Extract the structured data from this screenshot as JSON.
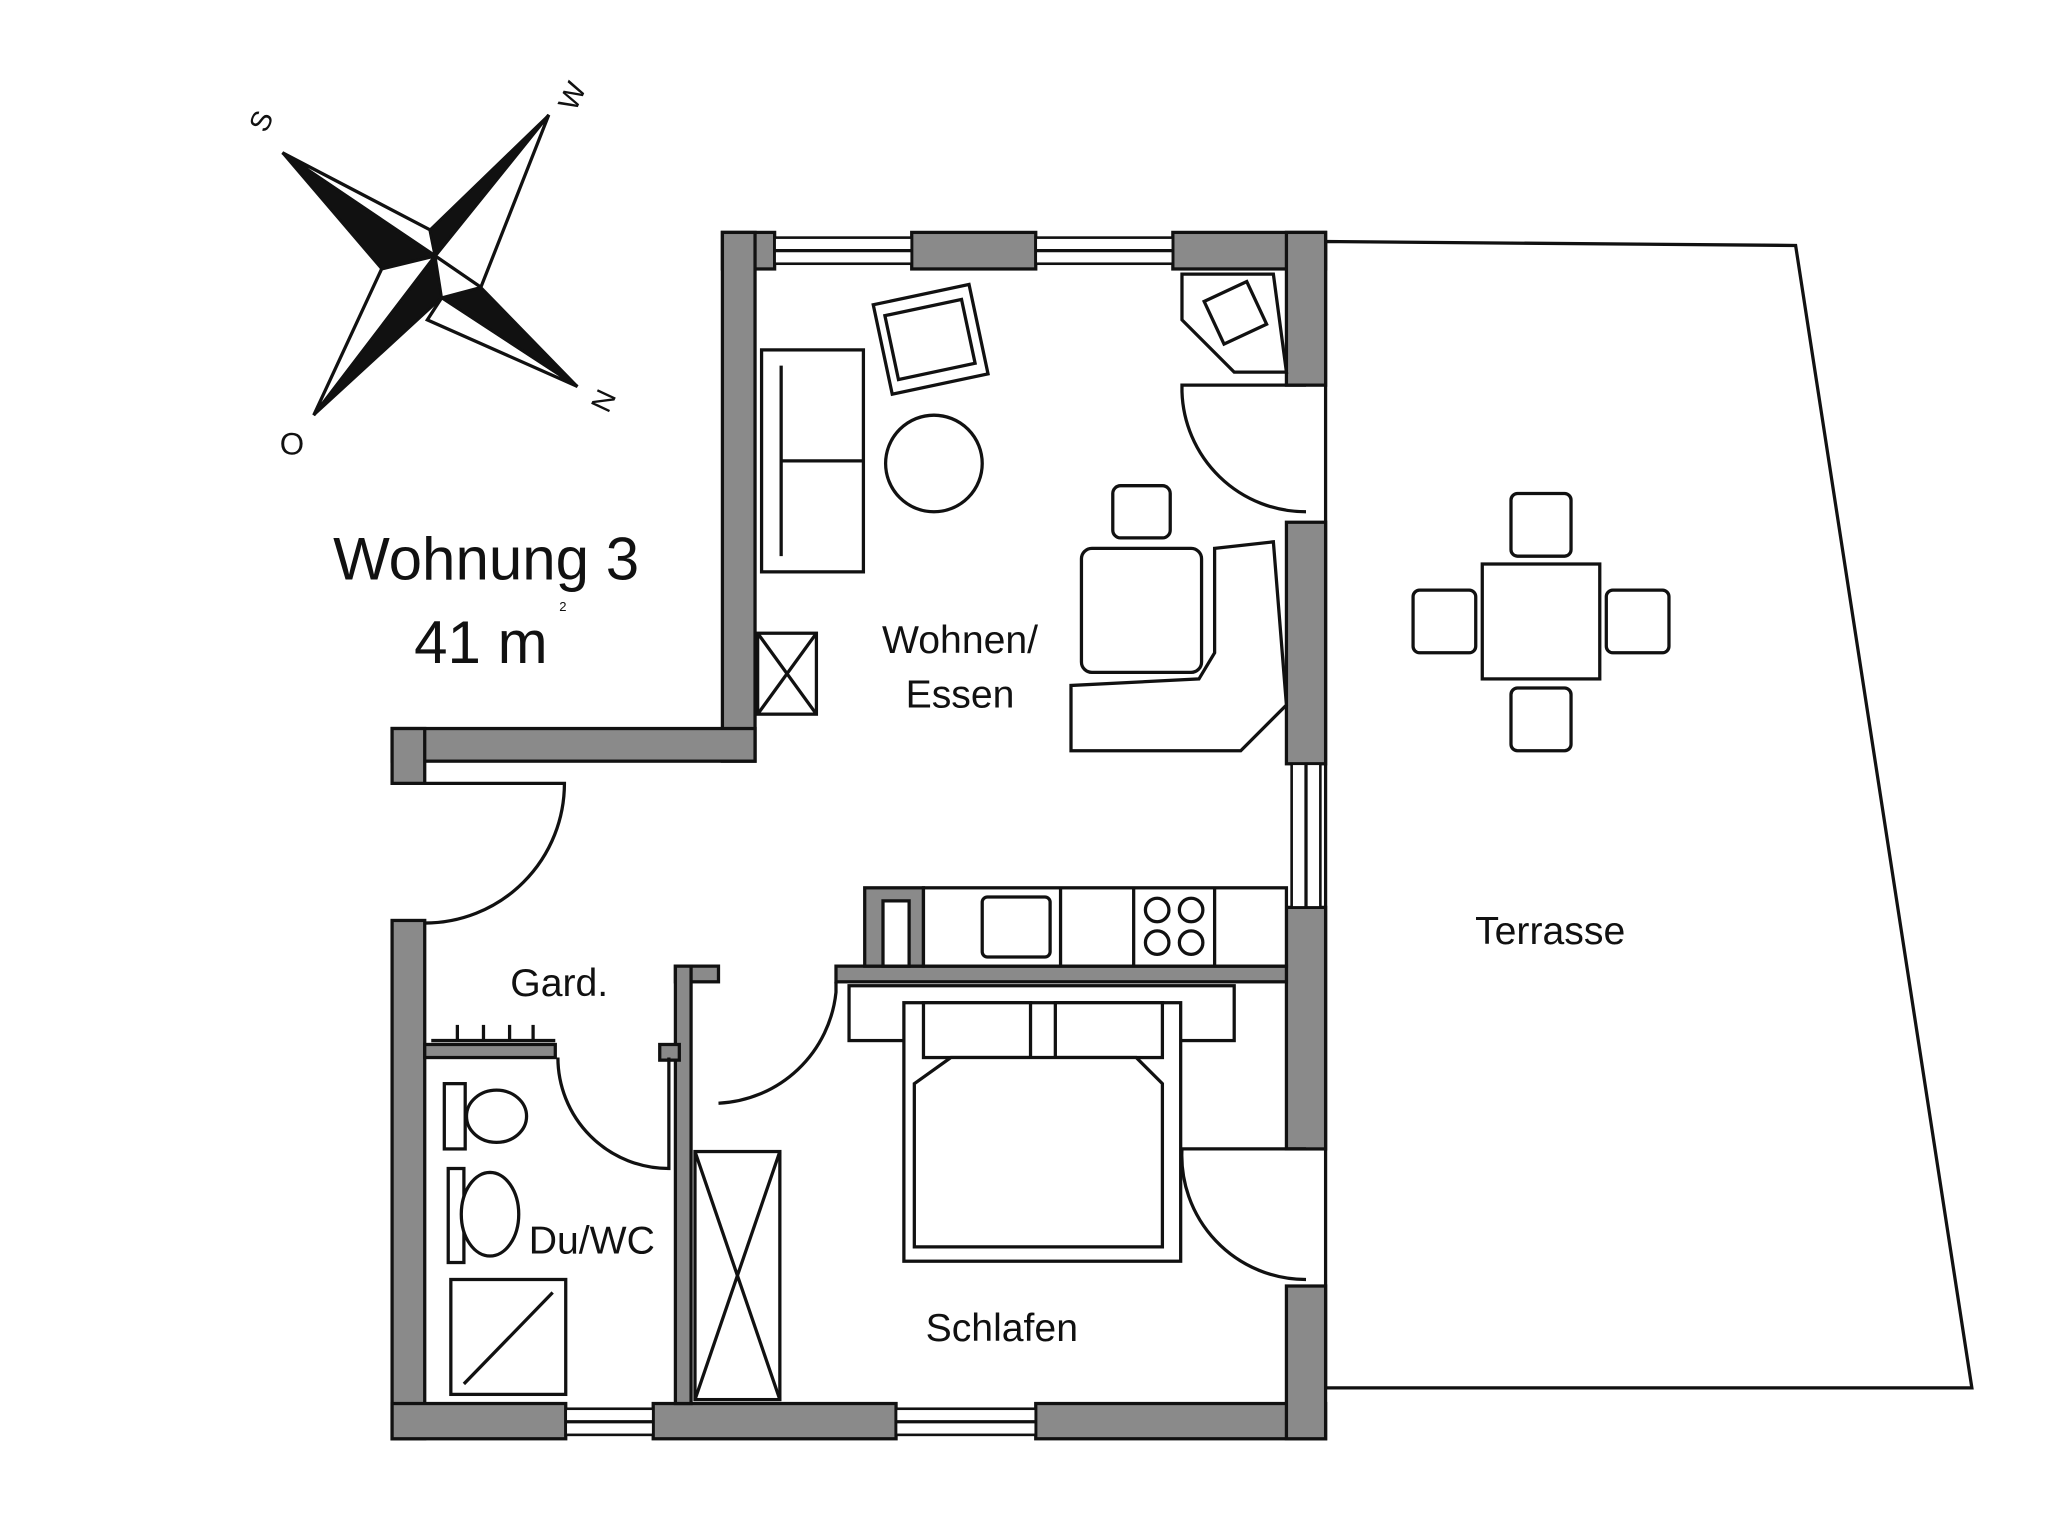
{
  "title": {
    "name": "Wohnung 3",
    "area": "41 m",
    "area_unit_sup": "2"
  },
  "compass": {
    "north": "N",
    "east": "O",
    "south": "S",
    "west": "W"
  },
  "rooms": {
    "living_line1": "Wohnen/",
    "living_line2": "Essen",
    "wardrobe": "Gard.",
    "bathroom": "Du/WC",
    "bedroom": "Schlafen",
    "terrace": "Terrasse"
  },
  "colors": {
    "wall": "#8a8a8a",
    "line": "#111111"
  }
}
